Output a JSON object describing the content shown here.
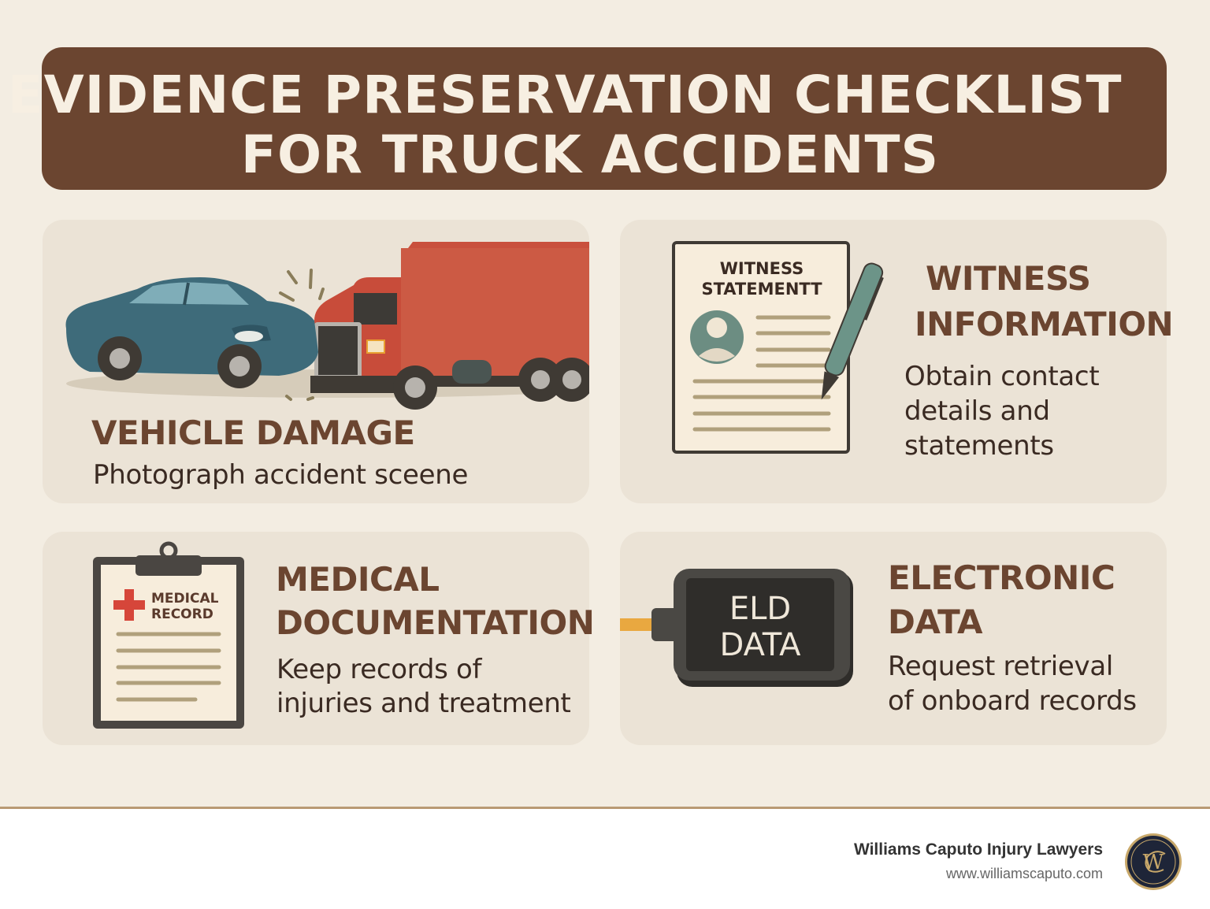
{
  "title": {
    "line1": "EVIDENCE PRESERVATION CHECKLIST",
    "line2": "FOR TRUCK ACCIDENTS"
  },
  "cards": [
    {
      "heading": "VEHICLE DAMAGE",
      "description": "Photograph accident sceene",
      "icon": "car-truck-collision-icon"
    },
    {
      "heading_lines": [
        "WITNESS",
        "INFORMATION"
      ],
      "description_lines": [
        "Obtain contact",
        "details and",
        "statements"
      ],
      "icon": "witness-statement-document-icon",
      "icon_text": [
        "WITNESS",
        "STATEMENTT"
      ]
    },
    {
      "heading_lines": [
        "MEDICAL",
        "DOCUMENTATION"
      ],
      "description_lines": [
        "Keep records of",
        "injuries and treatment"
      ],
      "icon": "medical-record-clipboard-icon",
      "icon_text": [
        "MEDICAL",
        "RECORD"
      ]
    },
    {
      "heading_lines": [
        "ELECTRONIC",
        "DATA"
      ],
      "description_lines": [
        "Request retrieval",
        "of onboard records"
      ],
      "icon": "eld-device-icon",
      "icon_text": [
        "ELD",
        "DATA"
      ]
    }
  ],
  "footer": {
    "firm_name": "Williams Caputo Injury Lawyers",
    "website": "www.williamscaputo.com",
    "logo": "wc-monogram-logo"
  },
  "colors": {
    "background": "#f3ede2",
    "title_bar": "#6b4530",
    "card": "#ebe3d6",
    "heading": "#6b4530",
    "divider": "#b99a74"
  }
}
